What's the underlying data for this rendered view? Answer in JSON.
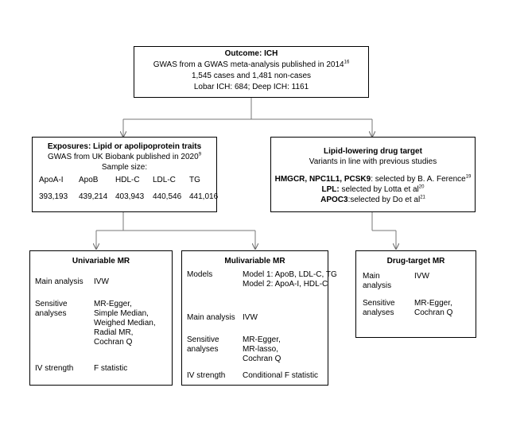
{
  "outcome": {
    "title": "Outcome: ICH",
    "line1": "GWAS from a GWAS meta-analysis published in 2014",
    "line1_sup": "16",
    "line2": "1,545 cases and 1,481 non-cases",
    "line3": "Lobar ICH: 684; Deep ICH: 1161"
  },
  "exposures": {
    "title": "Exposures: Lipid or apolipoprotein traits",
    "line1": "GWAS from UK Biobank published in 2020",
    "line1_sup": "9",
    "sample_label": "Sample size:",
    "traits": [
      {
        "name": "ApoA-I",
        "size": "393,193"
      },
      {
        "name": "ApoB",
        "size": "439,214"
      },
      {
        "name": "HDL-C",
        "size": "403,943"
      },
      {
        "name": "LDL-C",
        "size": "440,546"
      },
      {
        "name": "TG",
        "size": "441,016"
      }
    ]
  },
  "drug_target": {
    "title": "Lipid-lowering  drug target",
    "subtitle": "Variants in line with previous studies",
    "r1_bold": "HMGCR, NPC1L1, PCSK9",
    "r1_text": ": selected by B. A. Ference",
    "r1_sup": "19",
    "r2_bold": "LPL:",
    "r2_text": " selected by Lotta et al",
    "r2_sup": "20",
    "r3_bold": "APOC3",
    "r3_text": ":selected by Do et al",
    "r3_sup": "21"
  },
  "univariable": {
    "title": "Univariable MR",
    "main_label": "Main analysis",
    "main_value": "IVW",
    "sens_label_1": "Sensitive",
    "sens_label_2": "analyses",
    "sens_values": [
      "MR-Egger,",
      "Simple Median,",
      "Weighed Median,",
      "Radial MR,",
      "Cochran Q"
    ],
    "iv_label": "IV strength",
    "iv_value": "F statistic"
  },
  "multivariable": {
    "title": "Mulivariable MR",
    "models_label": "Models",
    "models_values": [
      "Model 1: ApoB, LDL-C, TG",
      "Model 2: ApoA-I, HDL-C"
    ],
    "main_label": "Main analysis",
    "main_value": "IVW",
    "sens_label_1": "Sensitive",
    "sens_label_2": "analyses",
    "sens_values": [
      "MR-Egger,",
      "MR-lasso,",
      "Cochran Q"
    ],
    "iv_label": "IV strength",
    "iv_value": "Conditional F statistic"
  },
  "drugmr": {
    "title": "Drug-target MR",
    "main_label_1": "Main",
    "main_label_2": "analysis",
    "main_value": "IVW",
    "sens_label_1": "Sensitive",
    "sens_label_2": "analyses",
    "sens_values": [
      "MR-Egger,",
      "Cochran Q"
    ]
  }
}
